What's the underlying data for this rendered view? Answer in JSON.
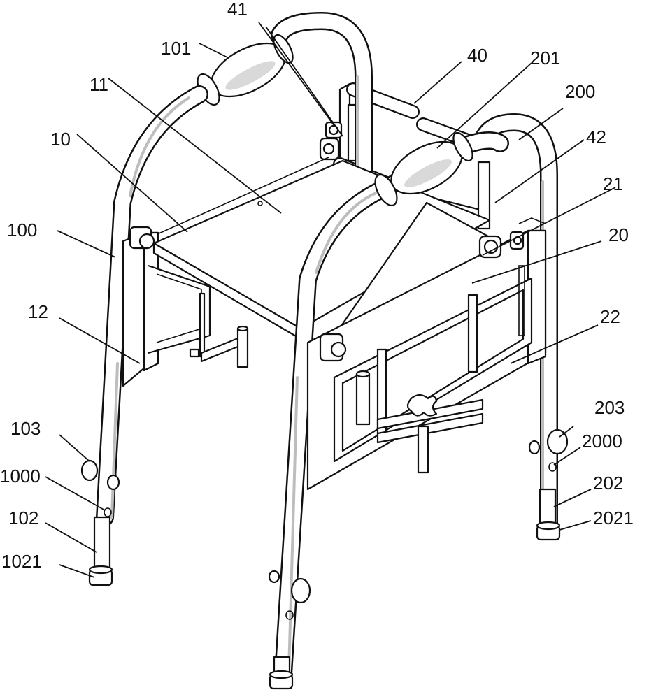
{
  "labels": [
    {
      "id": "41",
      "text": "41"
    },
    {
      "id": "101",
      "text": "101"
    },
    {
      "id": "40",
      "text": "40"
    },
    {
      "id": "201",
      "text": "201"
    },
    {
      "id": "11",
      "text": "11"
    },
    {
      "id": "200",
      "text": "200"
    },
    {
      "id": "10",
      "text": "10"
    },
    {
      "id": "42",
      "text": "42"
    },
    {
      "id": "21",
      "text": "21"
    },
    {
      "id": "100",
      "text": "100"
    },
    {
      "id": "20",
      "text": "20"
    },
    {
      "id": "12",
      "text": "12"
    },
    {
      "id": "22",
      "text": "22"
    },
    {
      "id": "203",
      "text": "203"
    },
    {
      "id": "103",
      "text": "103"
    },
    {
      "id": "2000",
      "text": "2000"
    },
    {
      "id": "1000",
      "text": "1000"
    },
    {
      "id": "202",
      "text": "202"
    },
    {
      "id": "102",
      "text": "102"
    },
    {
      "id": "2021",
      "text": "2021"
    },
    {
      "id": "1021",
      "text": "1021"
    }
  ]
}
